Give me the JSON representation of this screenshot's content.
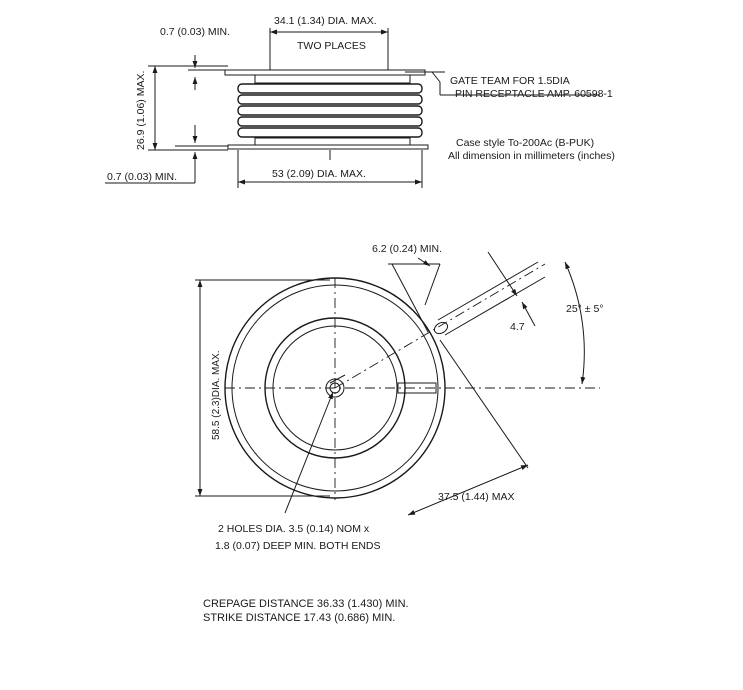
{
  "side_view": {
    "top_thickness": "0.7 (0.03) MIN.",
    "top_diameter": "34.1 (1.34) DIA. MAX.",
    "two_places": "TWO PLACES",
    "height": "26.9 (1.06) MAX.",
    "gate_line1": "GATE TEAM FOR 1.5DIA",
    "gate_line2": "PIN RECEPTACLE AMP. 60598-1",
    "case_line1": "Case style To-200Ac (B-PUK)",
    "case_line2": "All dimension in millimeters (inches)",
    "bottom_thickness": "0.7 (0.03) MIN.",
    "bottom_diameter": "53 (2.09) DIA. MAX."
  },
  "top_view": {
    "lead_offset": "6.2 (0.24) MIN.",
    "lead_width": "4.7",
    "angle": "25° ± 5°",
    "outer_diameter": "58.5 (2.3)DIA. MAX.",
    "lead_length": "37.5 (1.44) MAX",
    "holes_line1": "2 HOLES DIA. 3.5 (0.14) NOM x",
    "holes_line2": "1.8 (0.07) DEEP MIN. BOTH ENDS"
  },
  "notes": {
    "creepage": "CREPAGE DISTANCE 36.33 (1.430) MIN.",
    "strike": "STRIKE DISTANCE 17.43 (0.686) MIN."
  }
}
